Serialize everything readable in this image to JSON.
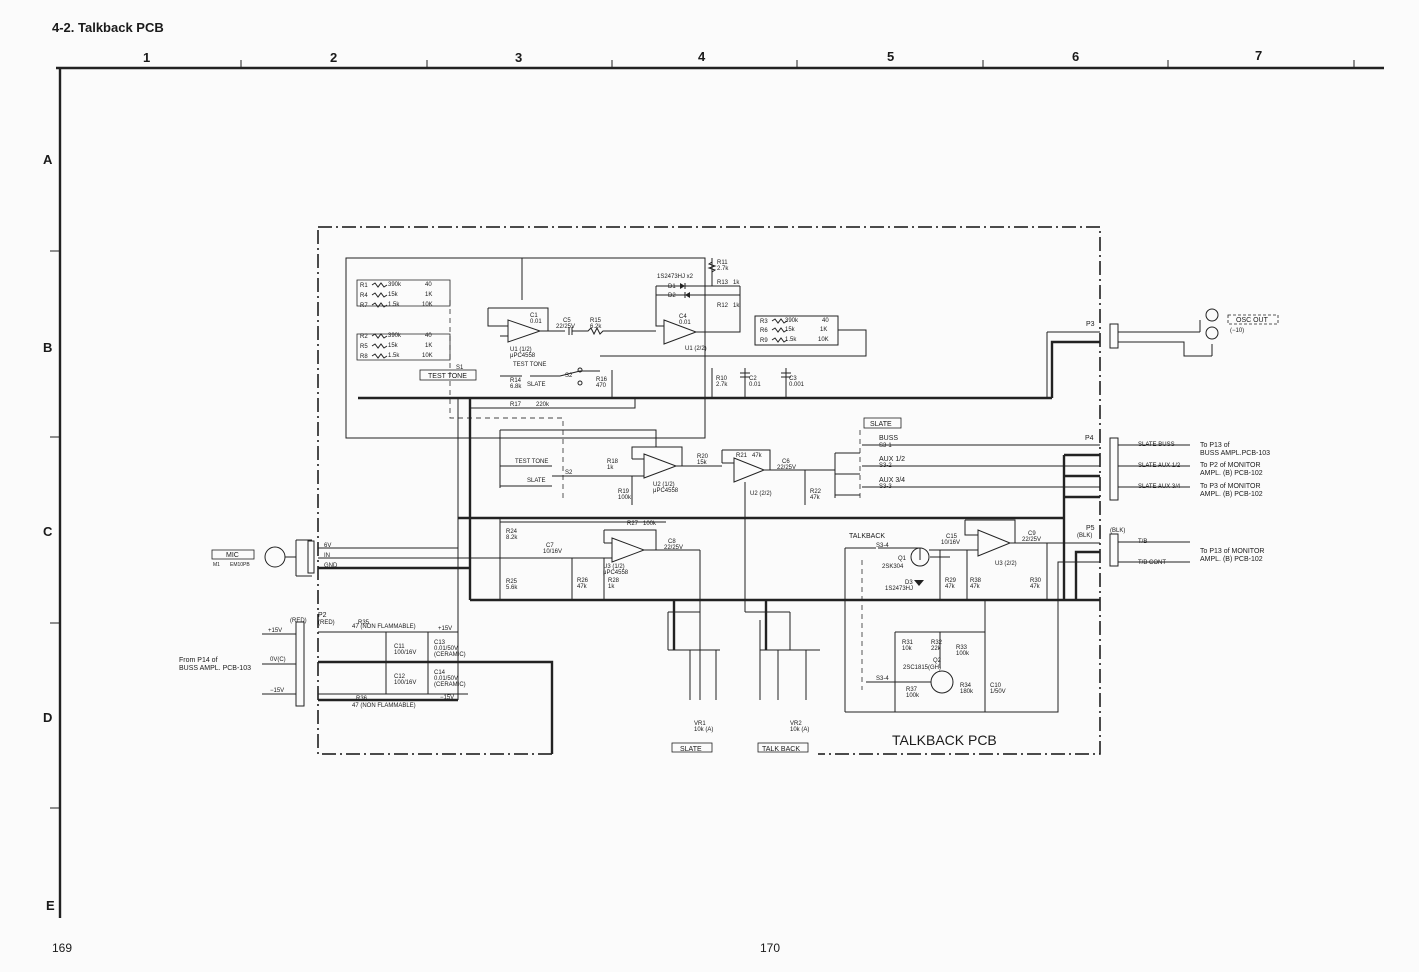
{
  "page": {
    "title": "4-2. Talkback PCB",
    "page_left": "169",
    "page_right": "170",
    "board_name": "TALKBACK PCB"
  },
  "grid": {
    "columns": [
      "1",
      "2",
      "3",
      "4",
      "5",
      "6",
      "7"
    ],
    "rows": [
      "A",
      "B",
      "C",
      "D",
      "E"
    ]
  },
  "switch_labels": {
    "s1": "S1",
    "test_tone_box": "TEST TONE",
    "slate_box": "SLATE",
    "s2a": "S2",
    "s2b": "S2",
    "test_tone_1": "TEST TONE",
    "slate_1": "SLATE",
    "test_tone_2": "TEST TONE",
    "slate_2": "SLATE",
    "talkback": "TALKBACK",
    "s3_4a": "S3-4",
    "s3_4b": "S3-4",
    "buss": "BUSS",
    "s3_1": "S3-1",
    "aux12": "AUX 1/2",
    "s3_2": "S3-2",
    "aux34": "AUX 3/4",
    "s3_3": "S3-3",
    "slate_pot_box": "SLATE",
    "talkback_pot_box": "TALK BACK"
  },
  "resistor_bank_1": [
    {
      "ref": "R1",
      "value": "390k",
      "pos": "40"
    },
    {
      "ref": "R4",
      "value": "15k",
      "pos": "1K"
    },
    {
      "ref": "R7",
      "value": "1.5k",
      "pos": "10K"
    }
  ],
  "resistor_bank_2": [
    {
      "ref": "R2",
      "value": "390k",
      "pos": "40"
    },
    {
      "ref": "R5",
      "value": "15k",
      "pos": "1K"
    },
    {
      "ref": "R8",
      "value": "1.5k",
      "pos": "10K"
    }
  ],
  "resistor_bank_3": [
    {
      "ref": "R3",
      "value": "390k",
      "pos": "40"
    },
    {
      "ref": "R6",
      "value": "15k",
      "pos": "1K"
    },
    {
      "ref": "R9",
      "value": "1.5k",
      "pos": "10K"
    }
  ],
  "components": {
    "u1a": "U1 (1/2)",
    "u1a_type": "μPC4558",
    "u1b": "U1 (2/2)",
    "u2a": "U2 (1/2)",
    "u2a_type": "μPC4558",
    "u2b": "U2 (2/2)",
    "u3a": "U3 (1/2)",
    "u3a_type": "μPC4558",
    "u3b": "U3 (2/2)",
    "c1": "C1",
    "c1v": "0.01",
    "c4": "C4",
    "c4v": "0.01",
    "c5": "C5",
    "c5v": "22/25V",
    "r15": "R15",
    "r15v": "6.2k",
    "r11": "R11",
    "r11v": "2.7k",
    "diodes": "1S2473HJ x2",
    "d1": "D1",
    "d2": "D2",
    "r13": "R13",
    "r13v": "1k",
    "r12": "R12",
    "r12v": "1k",
    "r14": "R14",
    "r14v": "6.8k",
    "r16": "R16",
    "r16v": "470",
    "r10": "R10",
    "r10v": "2.7k",
    "c2": "C2",
    "c2v": "0.01",
    "c3": "C3",
    "c3v": "0.001",
    "r17": "R17",
    "r17v": "220k",
    "r18": "R18",
    "r18v": "1k",
    "r19": "R19",
    "r19v": "100k",
    "r20": "R20",
    "r20v": "15k",
    "r21": "R21",
    "r21v": "47k",
    "c6": "C6",
    "c6v": "22/25V",
    "r22": "R22",
    "r22v": "47k",
    "r24": "R24",
    "r24v": "8.2k",
    "r25": "R25",
    "r25v": "5.6k",
    "c7": "C7",
    "c7v": "10/16V",
    "r26": "R26",
    "r26v": "47k",
    "r28": "R28",
    "r28v": "1k",
    "r27": "R27",
    "r27v": "100k",
    "c8": "C8",
    "c8v": "22/25V",
    "c15": "C15",
    "c15v": "10/16V",
    "q1": "Q1",
    "q1v": "2SK304",
    "d3": "D3",
    "d3v": "1S2473HJ",
    "r29": "R29",
    "r29v": "47k",
    "r38": "R38",
    "r38v": "47k",
    "c9": "C9",
    "c9v": "22/25V",
    "r30": "R30",
    "r30v": "47k",
    "r31": "R31",
    "r31v": "10k",
    "r32": "R32",
    "r32v": "22k",
    "r33": "R33",
    "r33v": "100k",
    "q2": "Q2",
    "q2v": "2SC1815(GH)",
    "r37": "R37",
    "r37v": "100k",
    "r34": "R34",
    "r34v": "180k",
    "c10": "C10",
    "c10v": "1/50V",
    "r35": "R35",
    "r35v": "47 (NON FLAMMABLE)",
    "r36": "R36",
    "r36v": "47 (NON FLAMMABLE)",
    "c11": "C11",
    "c11v": "100/16V",
    "c12": "C12",
    "c12v": "100/16V",
    "c13": "C13",
    "c13v": "0.01/50V",
    "c13t": "(CERAMIC)",
    "c14": "C14",
    "c14v": "0.01/50V",
    "c14t": "(CERAMIC)",
    "vr1": "VR1",
    "vr1v": "10k (A)",
    "vr2": "VR2",
    "vr2v": "10k (A)",
    "plus15": "+15V",
    "minus15": "−15V"
  },
  "mic": {
    "label": "MIC",
    "ref": "M1",
    "part": "EM10PB",
    "pins": [
      "6V",
      "IN",
      "GND"
    ]
  },
  "p2": {
    "name": "P2",
    "color": "(RED)",
    "color2": "(RED)",
    "plus15": "+15V",
    "zero": "0V(C)",
    "minus15": "−15V",
    "from_line1": "From P14 of",
    "from_line2": "BUSS AMPL. PCB-103"
  },
  "p3": {
    "name": "P3",
    "osc_out": "OSC OUT",
    "osc_level": "(−10)"
  },
  "p4": {
    "name": "P4",
    "sig1": "SLATE BUSS",
    "sig2": "SLATE AUX 1/2",
    "sig3": "SLATE AUX 3/4",
    "dest1a": "To P13 of",
    "dest1b": "BUSS AMPL.PCB-103",
    "dest2a": "To P2 of MONITOR",
    "dest2b": "AMPL. (B) PCB-102",
    "dest3a": "To P3 of MONITOR",
    "dest3b": "AMPL. (B) PCB-102"
  },
  "p5": {
    "name": "P5",
    "color": "(BLK)",
    "color2": "(BLK)",
    "sig1": "T/B",
    "sig2": "T/B CONT",
    "dest1": "To P13 of MONITOR",
    "dest2": "AMPL. (B) PCB-102"
  }
}
